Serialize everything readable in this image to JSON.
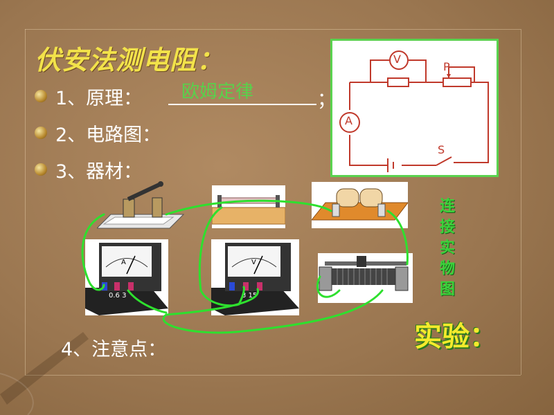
{
  "slide": {
    "title": "伏安法测电阻：",
    "items": [
      {
        "label": "1、原理：",
        "answer": "欧姆定律",
        "suffix": "；"
      },
      {
        "label": "2、电路图："
      },
      {
        "label": "3、器材："
      }
    ],
    "note": "4、注意点：",
    "side_text": [
      "连",
      "接",
      "实",
      "物",
      "图"
    ],
    "experiment_label": "实验："
  },
  "circuit": {
    "voltmeter": "V",
    "ammeter": "A",
    "rheostat": "P",
    "switch": "S"
  },
  "meters": {
    "ammeter_scale": "0.6 3",
    "ammeter_symbol": "A",
    "voltmeter_scale": "3 15",
    "voltmeter_symbol": "V"
  },
  "colors": {
    "title": "#f2e24a",
    "answer": "#59d14b",
    "wire": "#2ee02e"
  }
}
